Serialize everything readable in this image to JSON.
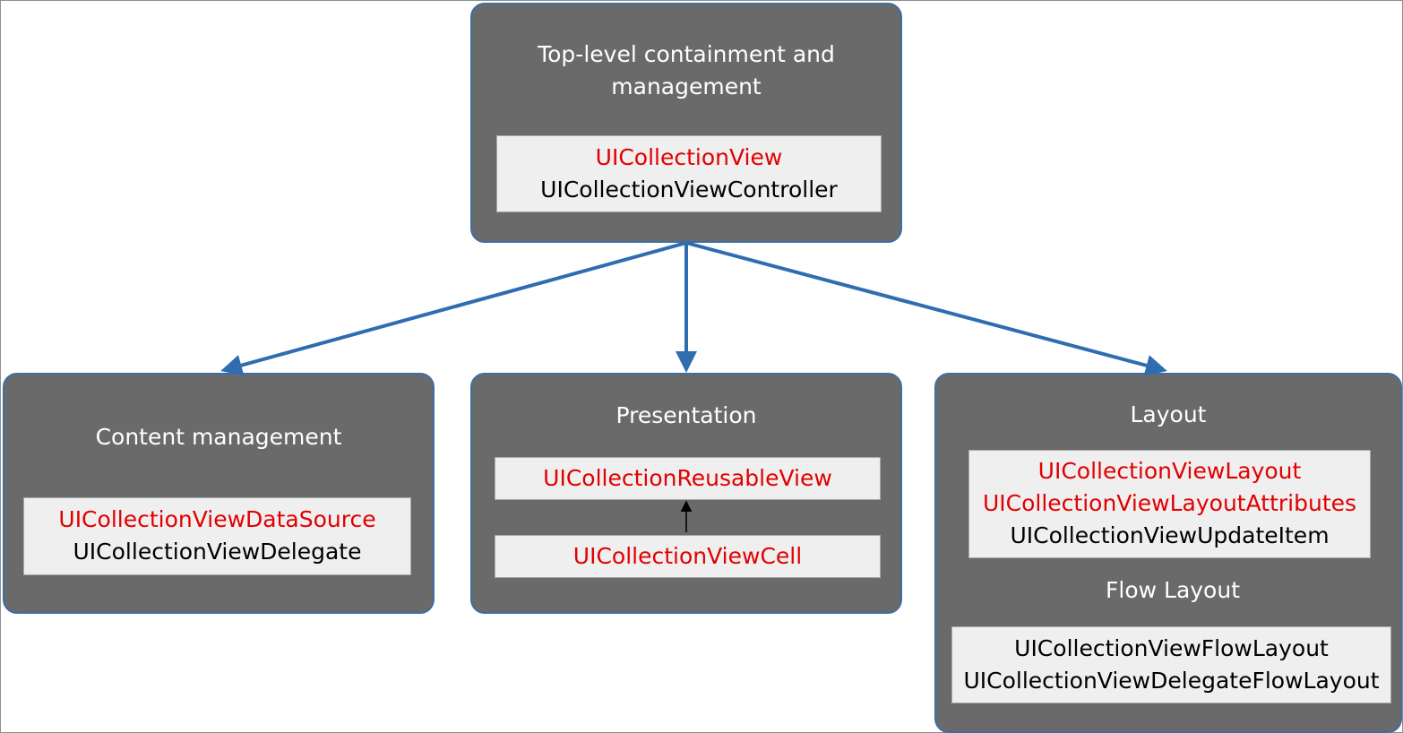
{
  "colors": {
    "group_fill": "#6a6a6a",
    "group_border": "#3f6ea3",
    "inner_fill": "#efefef",
    "class_highlight": "#e20000",
    "class_normal": "#000000",
    "arrow_blue": "#2f6db0"
  },
  "top": {
    "title_line1": "Top-level containment and",
    "title_line2": "management",
    "classes": [
      "UICollectionView",
      "UICollectionViewController"
    ]
  },
  "content": {
    "title": "Content management",
    "classes": [
      "UICollectionViewDataSource",
      "UICollectionViewDelegate"
    ]
  },
  "presentation": {
    "title": "Presentation",
    "reusable_view": "UICollectionReusableView",
    "cell": "UICollectionViewCell"
  },
  "layout": {
    "title": "Layout",
    "classes": [
      "UICollectionViewLayout",
      "UICollectionViewLayoutAttributes",
      "UICollectionViewUpdateItem"
    ],
    "flow_title": "Flow Layout",
    "flow_classes": [
      "UICollectionViewFlowLayout",
      "UICollectionViewDelegateFlowLayout"
    ]
  }
}
